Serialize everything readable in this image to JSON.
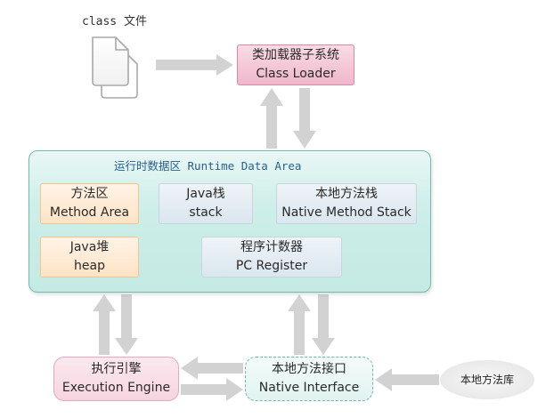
{
  "class_file": {
    "label": "class 文件",
    "icon": "document-stack-icon"
  },
  "class_loader": {
    "cn": "类加载器子系统",
    "en": "Class Loader"
  },
  "runtime_data_area": {
    "title": "运行时数据区 Runtime Data Area",
    "method_area": {
      "cn": "方法区",
      "en": "Method Area"
    },
    "java_stack": {
      "cn": "Java栈",
      "en": "stack"
    },
    "native_method_stack": {
      "cn": "本地方法栈",
      "en": "Native Method Stack"
    },
    "heap": {
      "cn": "Java堆",
      "en": "heap"
    },
    "pc_register": {
      "cn": "程序计数器",
      "en": "PC Register"
    }
  },
  "execution_engine": {
    "cn": "执行引擎",
    "en": "Execution Engine"
  },
  "native_interface": {
    "cn": "本地方法接口",
    "en": "Native Interface"
  },
  "native_library": {
    "label": "本地方法库"
  },
  "colors": {
    "arrow": "#d2d2d2",
    "loader_fill": "#efb7cb",
    "area_fill": "#cdeee9",
    "area_border": "#73bcb1",
    "orange_fill": "#fde3c6",
    "blue_fill": "#dbe6ee",
    "engine_fill": "#f6d4df"
  }
}
